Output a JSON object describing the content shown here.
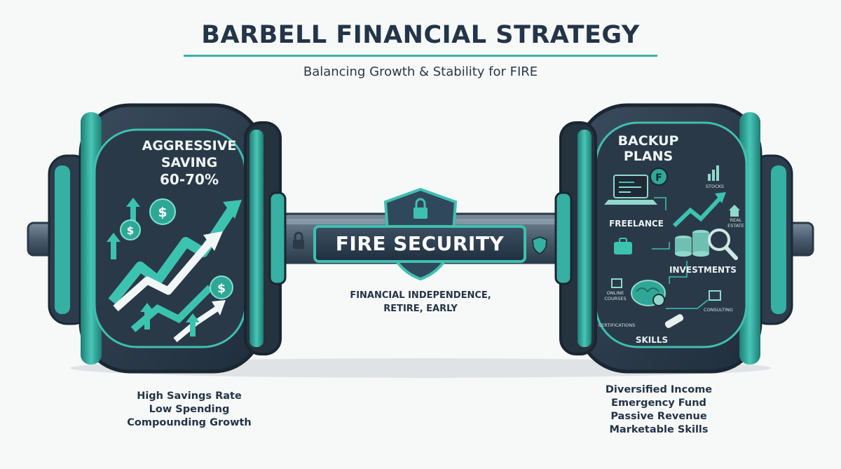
{
  "header": {
    "title": "BARBELL FINANCIAL STRATEGY",
    "subtitle": "Balancing Growth & Stability for FIRE"
  },
  "left_plate": {
    "heading_line1": "AGGRESSIVE",
    "heading_line2": "SAVING",
    "heading_line3": "60-70%",
    "icons": [
      "dollar-coin-icon",
      "growth-arrow-icon",
      "up-arrow-icon"
    ]
  },
  "center": {
    "badge_label": "FIRE SECURITY",
    "subtitle_line1": "FINANCIAL INDEPENDENCE,",
    "subtitle_line2": "RETIRE, EARLY",
    "icons": [
      "shield-lock-icon",
      "padlock-icon",
      "shield-icon"
    ]
  },
  "right_plate": {
    "heading_line1": "BACKUP",
    "heading_line2": "PLANS",
    "labels": {
      "freelance": "FREELANCE",
      "investments": "INVESTMENTS",
      "skills": "SKILLS",
      "stocks": "STOCKS",
      "real_estate_1": "REAL",
      "real_estate_2": "ESTATE",
      "online_courses_1": "ONLINE",
      "online_courses_2": "COURSES",
      "certifications": "CERTIFICATIONS",
      "consulting": "CONSULTING"
    },
    "icons": [
      "laptop-icon",
      "briefcase-icon",
      "coin-stack-icon",
      "magnifier-icon",
      "brain-gear-icon",
      "diploma-icon",
      "book-icon",
      "house-icon",
      "bar-chart-icon"
    ]
  },
  "left_caption": [
    "High Savings Rate",
    "Low Spending",
    "Compounding Growth"
  ],
  "right_caption": [
    "Diversified Income",
    "Emergency Fund",
    "Passive Revenue",
    "Marketable Skills"
  ],
  "colors": {
    "navy": "#233548",
    "teal": "#35b0a2",
    "plate_dark": "#2b3a4a",
    "accent_line": "#3bb3a6"
  }
}
